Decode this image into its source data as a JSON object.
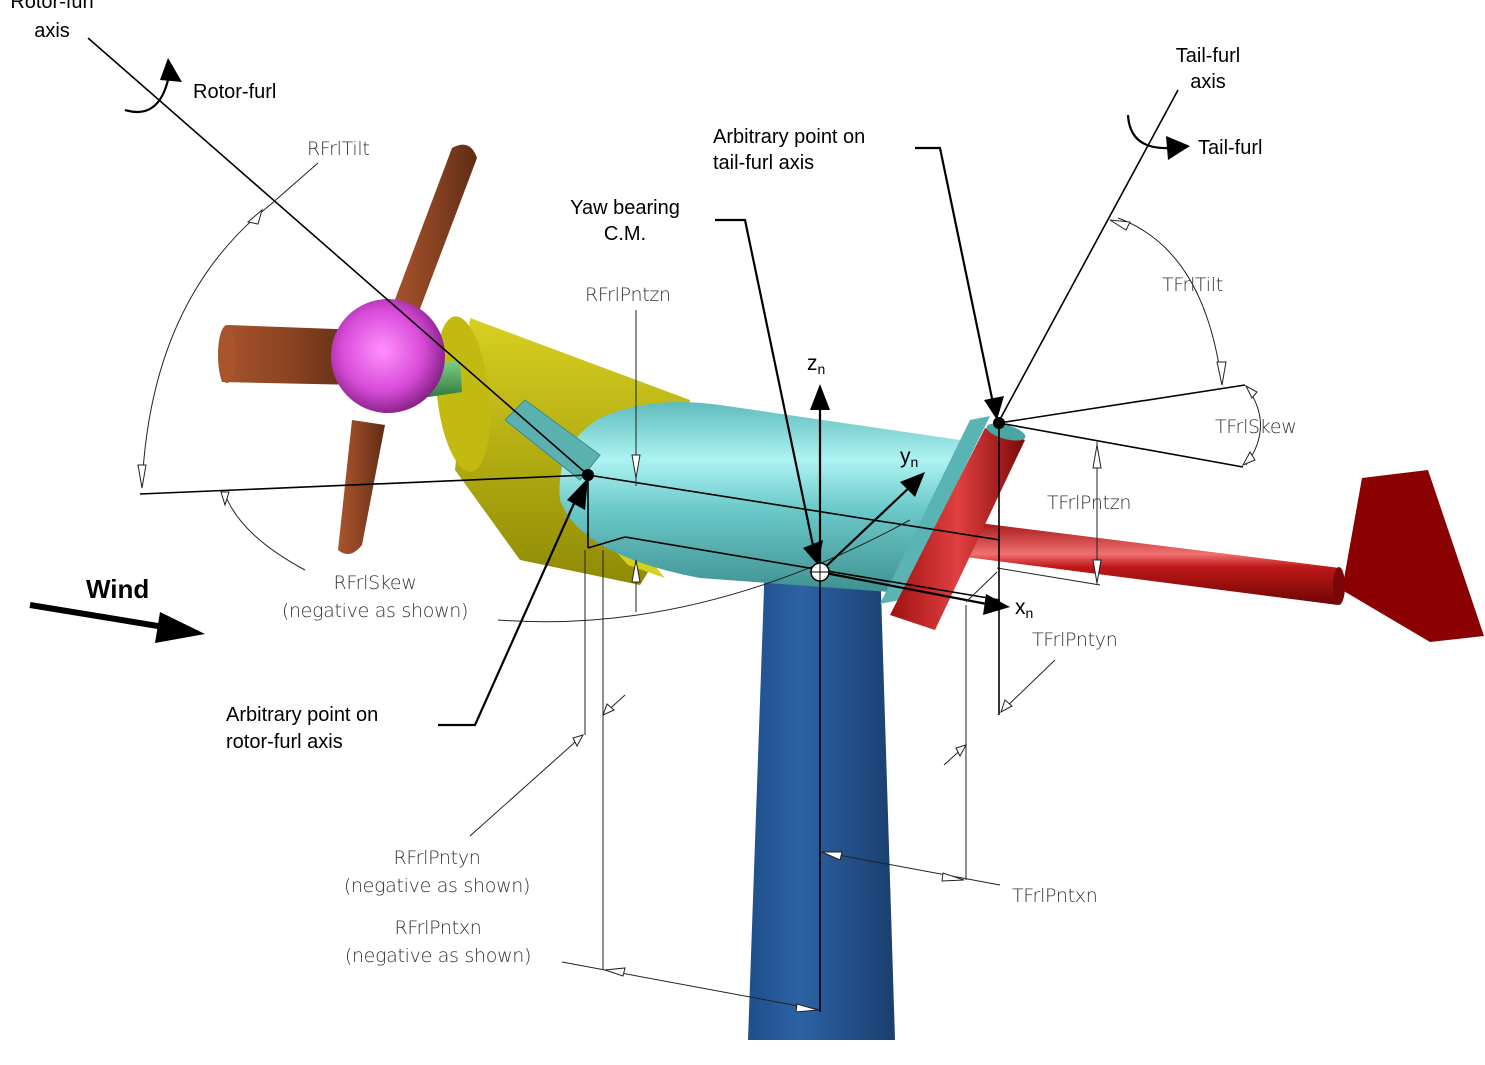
{
  "title": "Rotor-furl and tail-furl geometry of a small wind turbine",
  "colors": {
    "tower": "#2a5b98",
    "nacelle": "#6cc9c9",
    "generator": "#c8c012",
    "hub": "#e060e0",
    "blade": "#8a4322",
    "shaft": "#4faa60",
    "tail": "#c01818",
    "tail_fin": "#8b0000"
  },
  "labels": {
    "rotor_furl_axis": [
      "Rotor-furl",
      "axis"
    ],
    "rotor_furl": "Rotor-furl",
    "tail_furl_axis": [
      "Tail-furl",
      "axis"
    ],
    "tail_furl": "Tail-furl",
    "arb_point_tail": [
      "Arbitrary point on",
      "tail-furl axis"
    ],
    "yaw_bearing": [
      "Yaw bearing",
      "C.M."
    ],
    "arb_point_rotor": [
      "Arbitrary point on",
      "rotor-furl axis"
    ],
    "wind": "Wind"
  },
  "axes": {
    "z": {
      "base": "z",
      "sub": "n"
    },
    "y": {
      "base": "y",
      "sub": "n"
    },
    "x": {
      "base": "x",
      "sub": "n"
    }
  },
  "dimensions": {
    "rfrl_tilt": "RFrlTilt",
    "rfrl_pntzn": "RFrlPntzn",
    "rfrl_skew": [
      "RFrlSkew",
      "(negative as shown)"
    ],
    "rfrl_pntyn": [
      "RFrlPntyn",
      "(negative as shown)"
    ],
    "rfrl_pntxn": [
      "RFrlPntxn",
      "(negative as shown)"
    ],
    "tfrl_tilt": "TFrlTilt",
    "tfrl_skew": "TFrlSkew",
    "tfrl_pntzn": "TFrlPntzn",
    "tfrl_pntyn": "TFrlPntyn",
    "tfrl_pntxn": "TFrlPntxn"
  }
}
